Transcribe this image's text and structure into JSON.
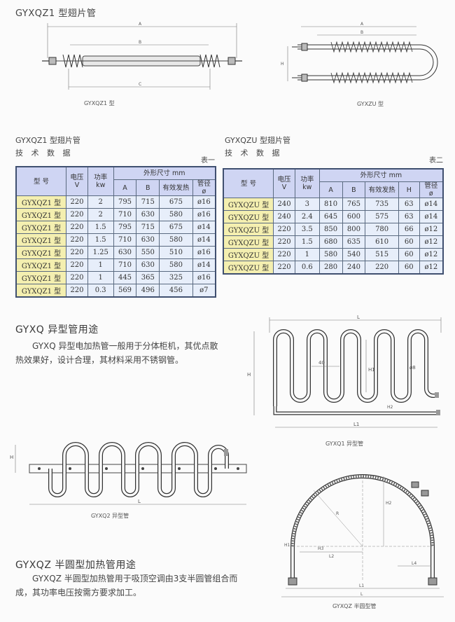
{
  "header_title": "GYXQZ1 型翅片管",
  "figures": {
    "gyxqz1_caption": "GYXQZ1 型",
    "gyxzu_caption": "GYXZU 型",
    "gyxq1_caption": "GYXQ1 异型管",
    "gyxq2_caption": "GYXQ2 异型管",
    "gyxqz_caption": "GYXQZ 半圆型管"
  },
  "table1": {
    "heading": "GYXQZ1 型翅片管",
    "subheading": "技 术 数 据",
    "label": "表一",
    "headers": {
      "model": "型 号",
      "voltage": "电压\nV",
      "power": "功率\nkw",
      "dims": "外形尺寸 mm",
      "a": "A",
      "b": "B",
      "eff": "有效发热",
      "dia": "管径\nø"
    },
    "rows": [
      [
        "GYXQZ1 型",
        "220",
        "2",
        "795",
        "715",
        "675",
        "ø16"
      ],
      [
        "GYXQZ1 型",
        "220",
        "2",
        "710",
        "630",
        "580",
        "ø16"
      ],
      [
        "GYXQZ1 型",
        "220",
        "1.5",
        "795",
        "715",
        "675",
        "ø14"
      ],
      [
        "GYXQZ1 型",
        "220",
        "1.5",
        "710",
        "630",
        "580",
        "ø14"
      ],
      [
        "GYXQZ1 型",
        "220",
        "1.25",
        "630",
        "550",
        "510",
        "ø16"
      ],
      [
        "GYXQZ1 型",
        "220",
        "1",
        "710",
        "630",
        "580",
        "ø14"
      ],
      [
        "GYXQZ1 型",
        "220",
        "1",
        "445",
        "365",
        "325",
        "ø16"
      ],
      [
        "GYXQZ1 型",
        "220",
        "0.3",
        "569",
        "496",
        "456",
        "ø7"
      ]
    ]
  },
  "table2": {
    "heading": "GYXQZU 型翅片管",
    "subheading": "技 术 数 据",
    "label": "表二",
    "headers": {
      "model": "型 号",
      "voltage": "电压\nV",
      "power": "功率\nkw",
      "dims": "外形尺寸 mm",
      "a": "A",
      "b": "B",
      "eff": "有效发热",
      "h": "H",
      "dia": "管径\nø"
    },
    "rows": [
      [
        "GYXQZU 型",
        "240",
        "3",
        "810",
        "765",
        "735",
        "63",
        "ø14"
      ],
      [
        "GYXQZU 型",
        "240",
        "2.4",
        "645",
        "600",
        "575",
        "63",
        "ø14"
      ],
      [
        "GYXQZU 型",
        "220",
        "3.5",
        "850",
        "800",
        "780",
        "66",
        "ø12"
      ],
      [
        "GYXQZU 型",
        "220",
        "1.5",
        "680",
        "635",
        "610",
        "60",
        "ø12"
      ],
      [
        "GYXQZU 型",
        "220",
        "1",
        "580",
        "540",
        "515",
        "60",
        "ø12"
      ],
      [
        "GYXQZU 型",
        "220",
        "0.6",
        "280",
        "240",
        "220",
        "60",
        "ø12"
      ]
    ]
  },
  "section_gyxq": {
    "title": "GYXQ 异型管用途",
    "text": "GYXQ 异型电加热管一般用于分体柜机，其优点散热效果好，设计合理，其材料采用不锈钢管。"
  },
  "section_gyxqz": {
    "title": "GYXQZ 半圆型加热管用途",
    "text": "GYXQZ 半圆型加热管用于吸顶空调由3支半圆管组合而成，其功率电压按需方要求加工。"
  },
  "dim_labels": {
    "a": "A",
    "b": "B",
    "c": "C",
    "h": "H",
    "l": "L",
    "l1": "L1",
    "l2": "L2",
    "l4": "L4",
    "h1": "H1",
    "h2": "H2",
    "h3": "H3",
    "r": "R",
    "d40": "40",
    "d8": "ø8"
  }
}
